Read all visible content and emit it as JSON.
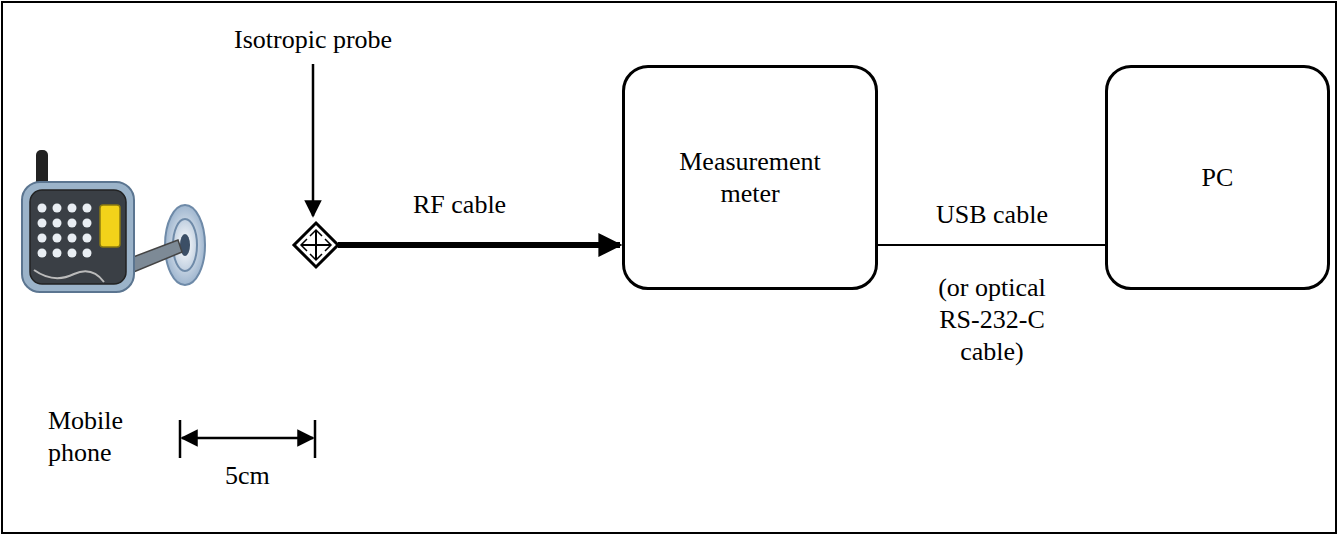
{
  "diagram": {
    "nodes": [
      {
        "text": [
          "Measurement meter"
        ]
      },
      {
        "text": [
          "PC"
        ]
      }
    ],
    "edges": [
      {
        "from": 0,
        "to": 1,
        "arrow": "none",
        "label": "USB cable"
      }
    ],
    "labels": [
      "Isotropic probe",
      "RF cable",
      "(or optical RS-232-C cable)",
      "Mobile phone",
      "5cm"
    ]
  }
}
